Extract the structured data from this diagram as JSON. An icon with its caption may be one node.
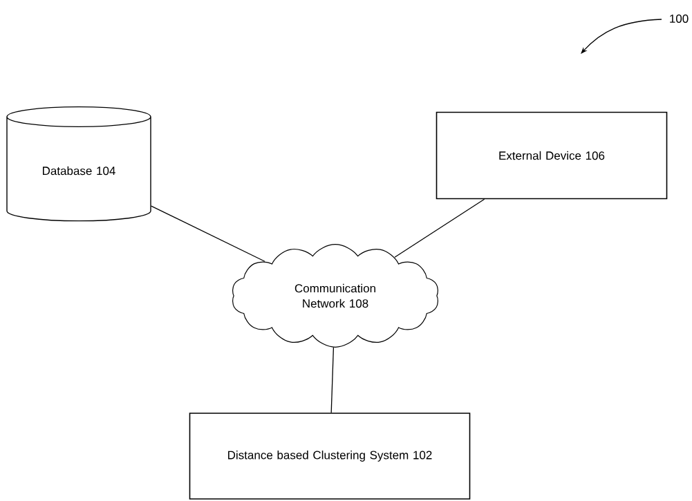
{
  "diagram": {
    "nodes": [
      {
        "text": [
          "Database 104"
        ]
      },
      {
        "text": [
          "External Device 106"
        ]
      },
      {
        "text": [
          "Communication Network 108"
        ]
      },
      {
        "text": [
          "Distance based Clustering System 102"
        ]
      }
    ],
    "edges": [
      {
        "from": 0,
        "to": 2,
        "arrow": "none"
      },
      {
        "from": 2,
        "to": 1,
        "arrow": "none"
      },
      {
        "from": 2,
        "to": 3,
        "arrow": "none"
      }
    ],
    "labels": [
      "100"
    ]
  }
}
